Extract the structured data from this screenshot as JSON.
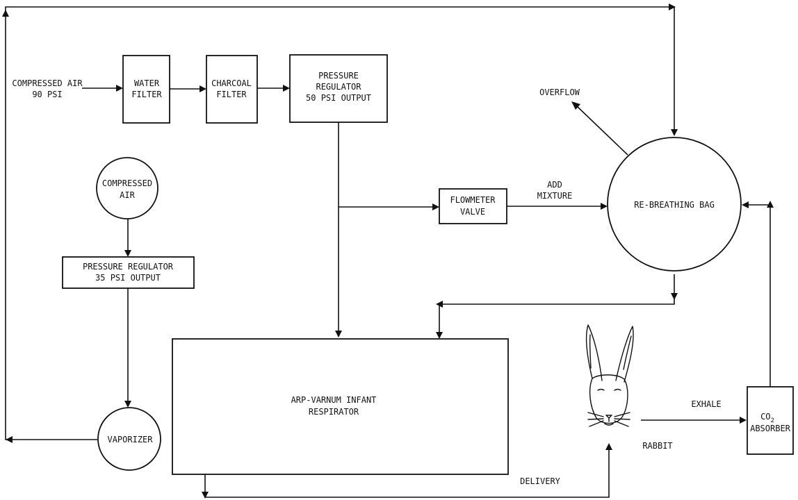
{
  "nodes": {
    "compressed_air_input": {
      "line1": "COMPRESSED AIR",
      "line2": "90 PSI"
    },
    "water_filter": {
      "line1": "WATER",
      "line2": "FILTER"
    },
    "charcoal_filter": {
      "line1": "CHARCOAL",
      "line2": "FILTER"
    },
    "pressure_regulator_50": {
      "line1": "PRESSURE",
      "line2": "REGULATOR",
      "line3": "50 PSI OUTPUT"
    },
    "compressed_air_tank": {
      "line1": "COMPRESSED",
      "line2": "AIR"
    },
    "pressure_regulator_35": {
      "line1": "PRESSURE REGULATOR",
      "line2": "35 PSI OUTPUT"
    },
    "vaporizer": {
      "line1": "VAPORIZER"
    },
    "flowmeter_valve": {
      "line1": "FLOWMETER",
      "line2": "VALVE"
    },
    "rebreathing_bag": {
      "line1": "RE-BREATHING BAG"
    },
    "respirator": {
      "line1": "ARP-VARNUM INFANT",
      "line2": "RESPIRATOR"
    },
    "rabbit": {
      "line1": "RABBIT"
    },
    "co2_absorber": {
      "line1_main": "CO",
      "line1_sub": "2",
      "line2": "ABSORBER"
    }
  },
  "labels": {
    "overflow": "OVERFLOW",
    "add_mixture_1": "ADD",
    "add_mixture_2": "MIXTURE",
    "exhale": "EXHALE",
    "delivery": "DELIVERY"
  }
}
